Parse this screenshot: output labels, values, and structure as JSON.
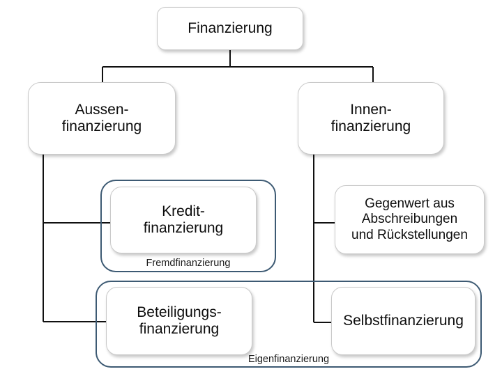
{
  "diagram": {
    "title": "Finanzierung",
    "background_color": "#ffffff",
    "node_border_color": "#c9c9c9",
    "group_border_color": "#3d5a73",
    "connector_color": "#101010",
    "text_color": "#0d0d0d",
    "nodes": [
      {
        "id": "finanzierung",
        "label": "Finanzierung"
      },
      {
        "id": "aussenfinanzierung",
        "label": "Aussen-\nfinanzierung"
      },
      {
        "id": "innenfinanzierung",
        "label": "Innen-\nfinanzierung"
      },
      {
        "id": "kreditfinanzierung",
        "label": "Kredit-\nfinanzierung"
      },
      {
        "id": "gegenwert",
        "label": "Gegenwert aus\nAbschreibungen\nund Rückstellungen"
      },
      {
        "id": "beteiligungsfinanzierung",
        "label": "Beteiligungs-\nfinanzierung"
      },
      {
        "id": "selbstfinanzierung",
        "label": "Selbstfinanzierung"
      }
    ],
    "groups": [
      {
        "id": "fremdfinanzierung",
        "label": "Fremdfinanzierung",
        "contains": [
          "kreditfinanzierung"
        ]
      },
      {
        "id": "eigenfinanzierung",
        "label": "Eigenfinanzierung",
        "contains": [
          "beteiligungsfinanzierung",
          "selbstfinanzierung"
        ]
      }
    ],
    "edges": [
      {
        "from": "finanzierung",
        "to": "aussenfinanzierung"
      },
      {
        "from": "finanzierung",
        "to": "innenfinanzierung"
      },
      {
        "from": "aussenfinanzierung",
        "to": "kreditfinanzierung"
      },
      {
        "from": "aussenfinanzierung",
        "to": "beteiligungsfinanzierung"
      },
      {
        "from": "innenfinanzierung",
        "to": "gegenwert"
      },
      {
        "from": "innenfinanzierung",
        "to": "selbstfinanzierung"
      }
    ]
  }
}
